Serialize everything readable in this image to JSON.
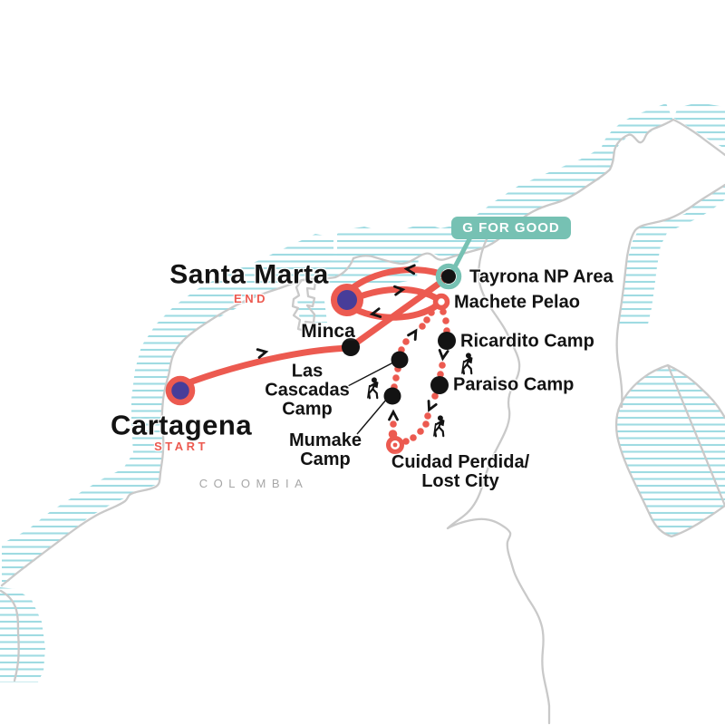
{
  "map": {
    "country_label": "COLOMBIA",
    "badge": {
      "label": "G FOR GOOD"
    },
    "colors": {
      "route_red": "#EC5A50",
      "marker_purple": "#473D99",
      "badge_teal": "#76C1B3",
      "water_hatch_teal": "#9FDBE2",
      "coastline_gray": "#C9C9C9",
      "label_black": "#131313",
      "country_gray": "#A6A6A6"
    },
    "locations": [
      {
        "id": "cartagena",
        "label": "Cartagena",
        "sublabel": "START",
        "type": "city-start-marker"
      },
      {
        "id": "santa-marta",
        "label": "Santa Marta",
        "sublabel": "END",
        "type": "city-end-marker"
      },
      {
        "id": "minca",
        "label": "Minca",
        "type": "stop"
      },
      {
        "id": "tayrona",
        "label": "Tayrona NP Area",
        "type": "highlight-stop"
      },
      {
        "id": "machete-pelao",
        "label": "Machete Pelao",
        "type": "via-stop"
      },
      {
        "id": "ricardito",
        "label": "Ricardito Camp",
        "type": "camp"
      },
      {
        "id": "paraiso",
        "label": "Paraiso Camp",
        "type": "camp"
      },
      {
        "id": "las-cascadas",
        "label": "Las Cascadas Camp",
        "type": "camp"
      },
      {
        "id": "mumake",
        "label": "Mumake Camp",
        "type": "camp"
      },
      {
        "id": "cuidad-perdida",
        "label": "Cuidad Perdida/ Lost City",
        "type": "site"
      }
    ]
  }
}
